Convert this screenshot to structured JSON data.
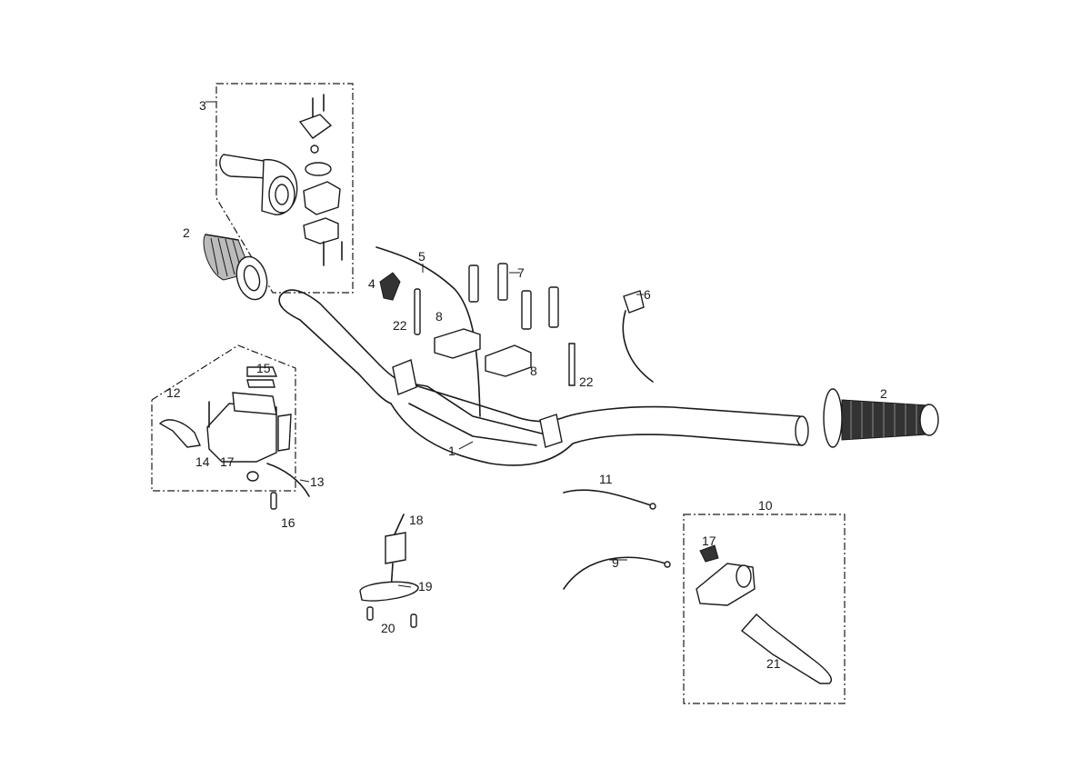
{
  "diagram": {
    "labels": [
      {
        "id": "p1",
        "text": "1"
      },
      {
        "id": "p2a",
        "text": "2"
      },
      {
        "id": "p2b",
        "text": "2"
      },
      {
        "id": "p3",
        "text": "3"
      },
      {
        "id": "p4",
        "text": "4"
      },
      {
        "id": "p5",
        "text": "5"
      },
      {
        "id": "p6",
        "text": "6"
      },
      {
        "id": "p7",
        "text": "7"
      },
      {
        "id": "p8a",
        "text": "8"
      },
      {
        "id": "p8b",
        "text": "8"
      },
      {
        "id": "p9",
        "text": "9"
      },
      {
        "id": "p10",
        "text": "10"
      },
      {
        "id": "p11",
        "text": "11"
      },
      {
        "id": "p12",
        "text": "12"
      },
      {
        "id": "p13",
        "text": "13"
      },
      {
        "id": "p14",
        "text": "14"
      },
      {
        "id": "p15",
        "text": "15"
      },
      {
        "id": "p16",
        "text": "16"
      },
      {
        "id": "p17a",
        "text": "17"
      },
      {
        "id": "p17b",
        "text": "17"
      },
      {
        "id": "p18",
        "text": "18"
      },
      {
        "id": "p19",
        "text": "19"
      },
      {
        "id": "p20",
        "text": "20"
      },
      {
        "id": "p21",
        "text": "21"
      },
      {
        "id": "p22a",
        "text": "22"
      },
      {
        "id": "p22b",
        "text": "22"
      }
    ]
  }
}
